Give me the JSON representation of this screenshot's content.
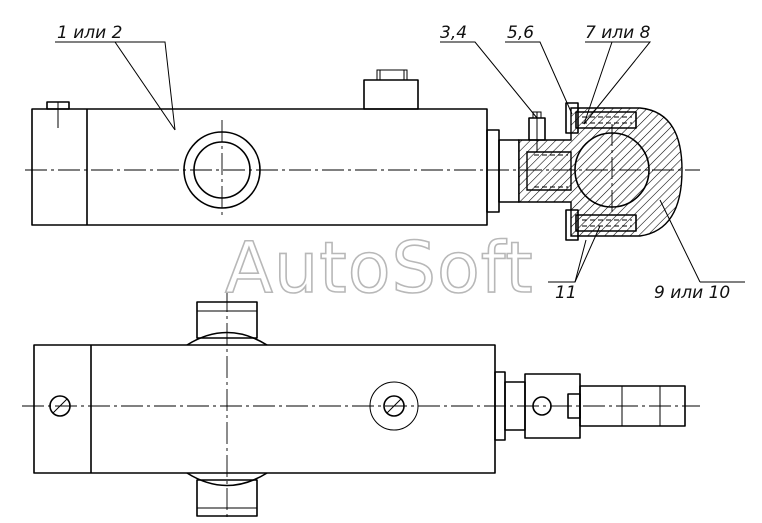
{
  "callouts": {
    "c1": "1 или 2",
    "c2": "3,4",
    "c3": "5,6",
    "c4": "7 или 8",
    "c5": "11",
    "c6": "9 или 10"
  },
  "watermark": "AutoSoft"
}
